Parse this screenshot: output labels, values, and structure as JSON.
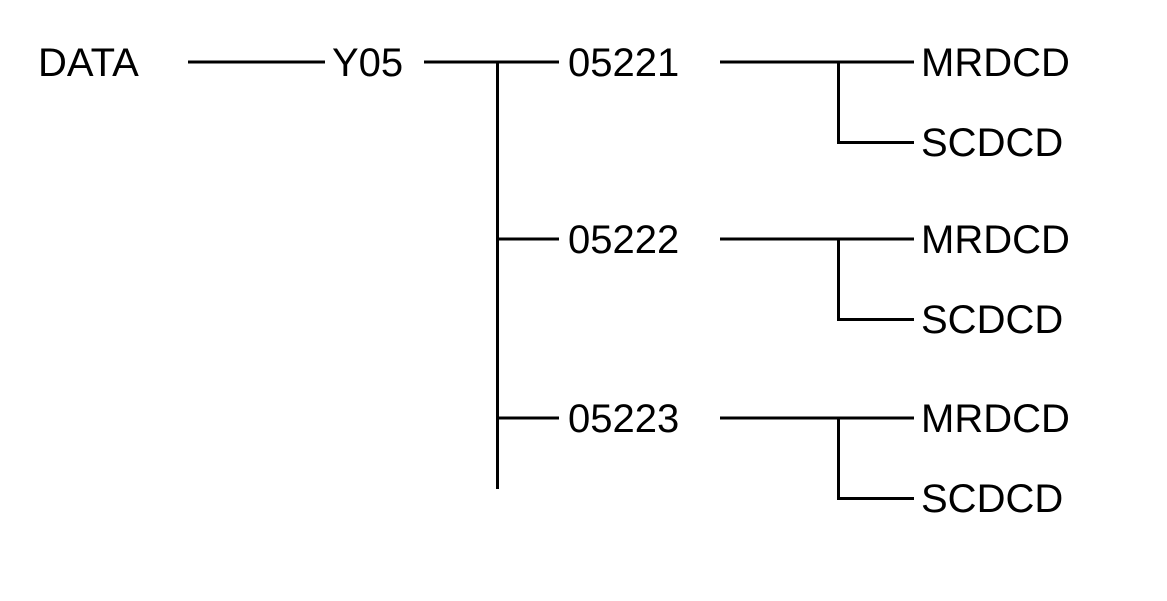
{
  "diagram": {
    "type": "hierarchy-tree",
    "orientation": "left-to-right",
    "background_color": "#ffffff",
    "line_color": "#000000",
    "text_color": "#000000",
    "root": {
      "id": "root",
      "label": "DATA"
    },
    "level2": [
      {
        "id": "y05",
        "label": "Y05"
      }
    ],
    "level3": [
      {
        "id": "n05221",
        "label": "05221"
      },
      {
        "id": "n05222",
        "label": "05222"
      },
      {
        "id": "n05223",
        "label": "05223"
      }
    ],
    "leaves": [
      {
        "id": "leaf-05221-mrdcd",
        "label": "MRDCD",
        "parent": "05221"
      },
      {
        "id": "leaf-05221-scdcd",
        "label": "SCDCD",
        "parent": "05221"
      },
      {
        "id": "leaf-05222-mrdcd",
        "label": "MRDCD",
        "parent": "05222"
      },
      {
        "id": "leaf-05222-scdcd",
        "label": "SCDCD",
        "parent": "05222"
      },
      {
        "id": "leaf-05223-mrdcd",
        "label": "MRDCD",
        "parent": "05223"
      },
      {
        "id": "leaf-05223-scdcd",
        "label": "SCDCD",
        "parent": "05223"
      }
    ]
  }
}
